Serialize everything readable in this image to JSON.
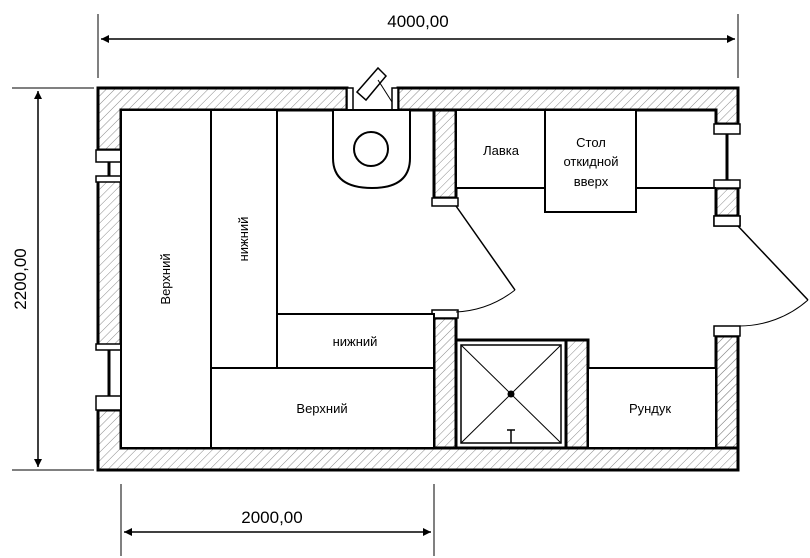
{
  "dimensions": {
    "overall_length": "4000,00",
    "overall_width": "2200,00",
    "partial_length": "2000,00"
  },
  "labels": {
    "upper_shelf_vertical": "Верхний",
    "lower_shelf_vertical": "нижний",
    "lower_shelf_horizontal": "нижний",
    "upper_shelf_horizontal": "Верхний",
    "bench": "Лавка",
    "table_line1": "Стол",
    "table_line2": "откидной",
    "table_line3": "вверх",
    "chest": "Рундук"
  },
  "colors": {
    "line": "#000000",
    "wall_fill": "#ffffff",
    "hatch": "#8a8a8a"
  }
}
